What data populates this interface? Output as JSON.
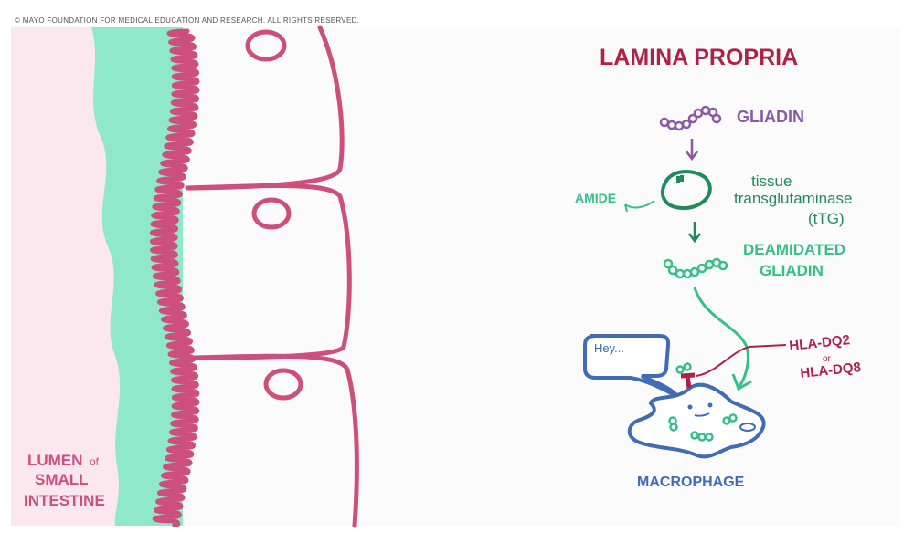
{
  "copyright": "© MAYO FOUNDATION FOR MEDICAL EDUCATION AND RESEARCH. ALL RIGHTS RESERVED.",
  "lumen_label": [
    "LUMEN",
    "of",
    "SMALL",
    "INTESTINE"
  ],
  "title": "LAMINA PROPRIA",
  "gliadin": "GLIADIN",
  "amide": "AMIDE",
  "ttg": [
    "tissue",
    "transglutaminase",
    "(tTG)"
  ],
  "deamidated": [
    "DEAMIDATED",
    "GLIADIN"
  ],
  "hla": [
    "HLA-DQ2",
    "or",
    "HLA-DQ8"
  ],
  "speech": "Hey...",
  "macrophage": "MACROPHAGE",
  "colors": {
    "pink": "#cc4f7d",
    "lumen": "#fbe8ef",
    "mucus": "#8fe8c9",
    "purple": "#8a5aa6",
    "dark_green": "#1f8a5b",
    "green": "#36c087",
    "blue": "#3f6db5",
    "crimson": "#b02048"
  }
}
